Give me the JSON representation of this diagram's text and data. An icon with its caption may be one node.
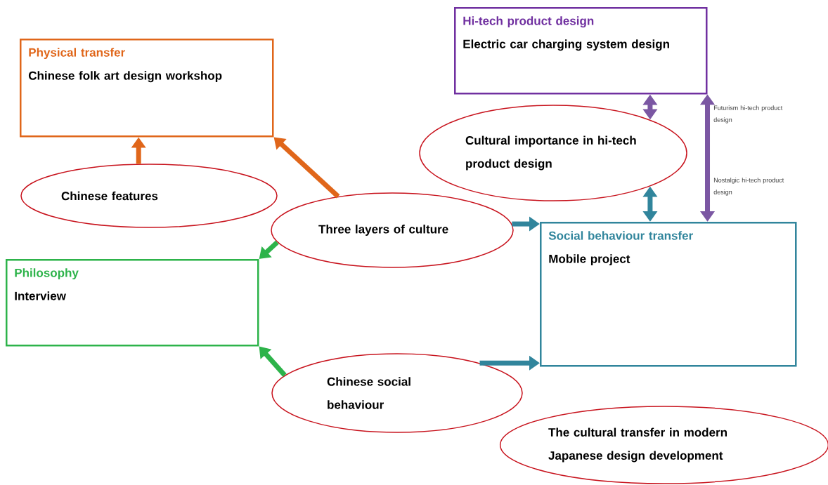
{
  "diagram": {
    "nodes": [
      {
        "text": [
          "Physical transfer",
          "Chinese folk art design workshop"
        ]
      },
      {
        "text": [
          "Hi-tech product design",
          "Electric car charging system design"
        ]
      },
      {
        "text": [
          "Cultural importance in hi-tech product design"
        ]
      },
      {
        "text": [
          "Chinese features"
        ]
      },
      {
        "text": [
          "Three layers of culture"
        ]
      },
      {
        "text": [
          "Philosophy",
          "Interview"
        ]
      },
      {
        "text": [
          "Social behaviour transfer",
          "Mobile project"
        ]
      },
      {
        "text": [
          "Chinese social behaviour"
        ]
      },
      {
        "text": [
          "The cultural transfer in modern Japanese design development"
        ]
      }
    ],
    "edges": [
      {
        "from": 3,
        "to": 0,
        "arrow": "to",
        "color": "#e0661a"
      },
      {
        "from": 4,
        "to": 0,
        "arrow": "to",
        "color": "#e0661a"
      },
      {
        "from": 4,
        "to": 5,
        "arrow": "to",
        "color": "#2db34a"
      },
      {
        "from": 4,
        "to": 6,
        "arrow": "to"
      },
      {
        "from": 7,
        "to": 5,
        "arrow": "to",
        "color": "#2db34a"
      },
      {
        "from": 7,
        "to": 6,
        "arrow": "to"
      },
      {
        "from": 2,
        "to": 1,
        "arrow": "both",
        "color": "#7b57a3"
      },
      {
        "from": 2,
        "to": 6,
        "arrow": "both"
      },
      {
        "from": 1,
        "to": 6,
        "arrow": "both",
        "color": "#7b57a3"
      }
    ],
    "labels": [
      "Futurism hi-tech product design",
      "Nostalgic hi-tech product design"
    ]
  }
}
